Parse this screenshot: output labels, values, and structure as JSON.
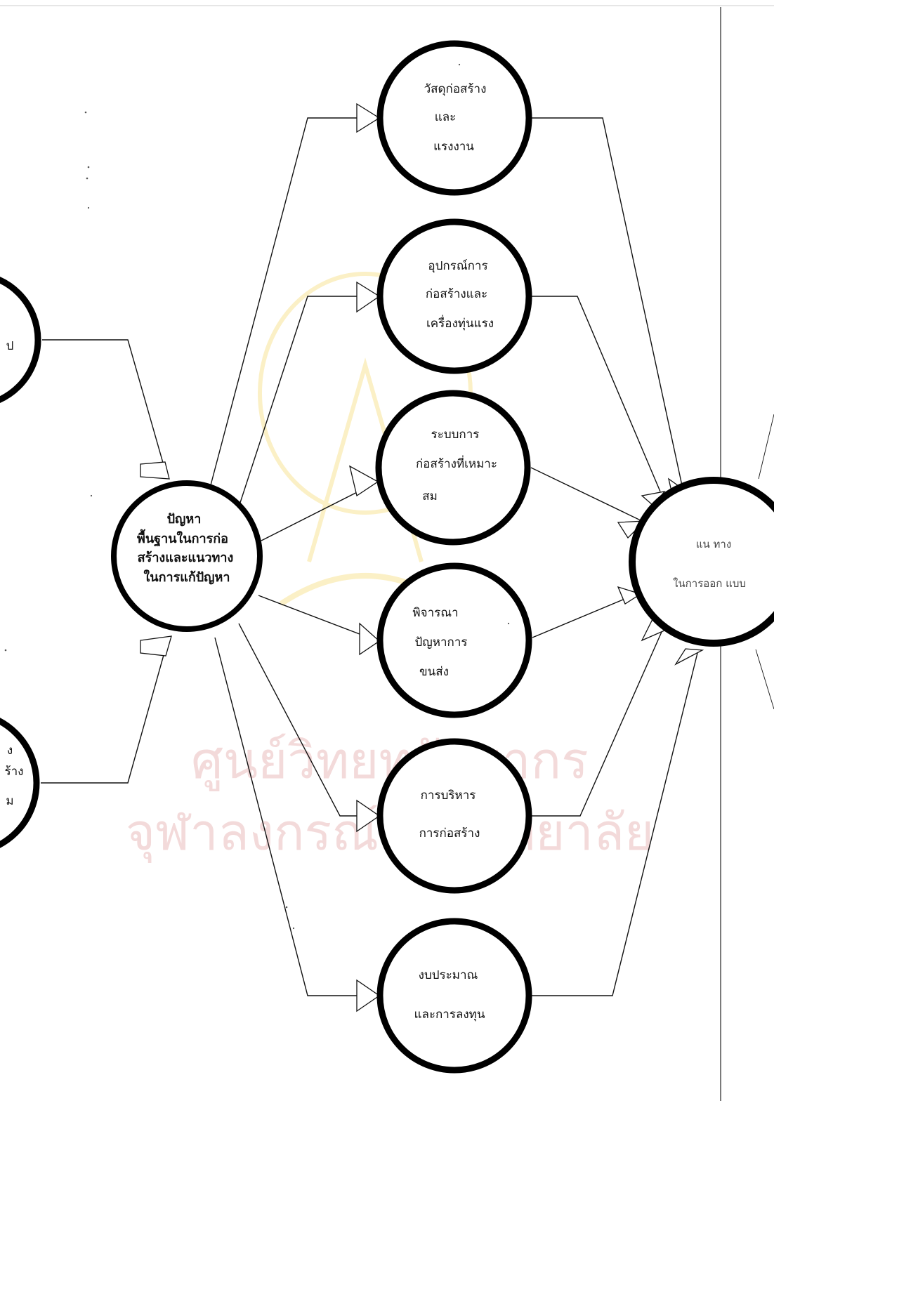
{
  "watermark": {
    "line1": "ศูนย์วิทยทรัพยากร",
    "line2": "จุฬาลงกรณ์มหาวิทยาลัย"
  },
  "nodes": {
    "left_top": {
      "lines": [
        "ป"
      ]
    },
    "left_bottom": {
      "lines": [
        "ง",
        "ร้าง",
        "ม"
      ]
    },
    "center": {
      "lines": [
        "ปัญหา",
        "พื้นฐานในการก่อ",
        "สร้างและแนวทาง",
        "ในการแก้ปัญหา"
      ]
    },
    "materials": {
      "lines": [
        "วัสดุก่อสร้าง",
        "และ",
        "แรงงาน"
      ]
    },
    "equipment": {
      "lines": [
        "อุปกรณ์การ",
        "ก่อสร้างและ",
        "เครื่องทุ่นแรง"
      ]
    },
    "method": {
      "lines": [
        "ระบบการ",
        "ก่อสร้างที่เหมาะ",
        "สม"
      ]
    },
    "transport": {
      "lines": [
        "พิจารณา",
        "ปัญหาการ",
        "ขนส่ง"
      ]
    },
    "management": {
      "lines": [
        "การบริหาร",
        "การก่อสร้าง"
      ]
    },
    "budget": {
      "lines": [
        "งบประมาณ",
        "และการลงทุน"
      ]
    },
    "right": {
      "lines": [
        "แน ทาง",
        "ในการออก แบบ"
      ]
    }
  }
}
